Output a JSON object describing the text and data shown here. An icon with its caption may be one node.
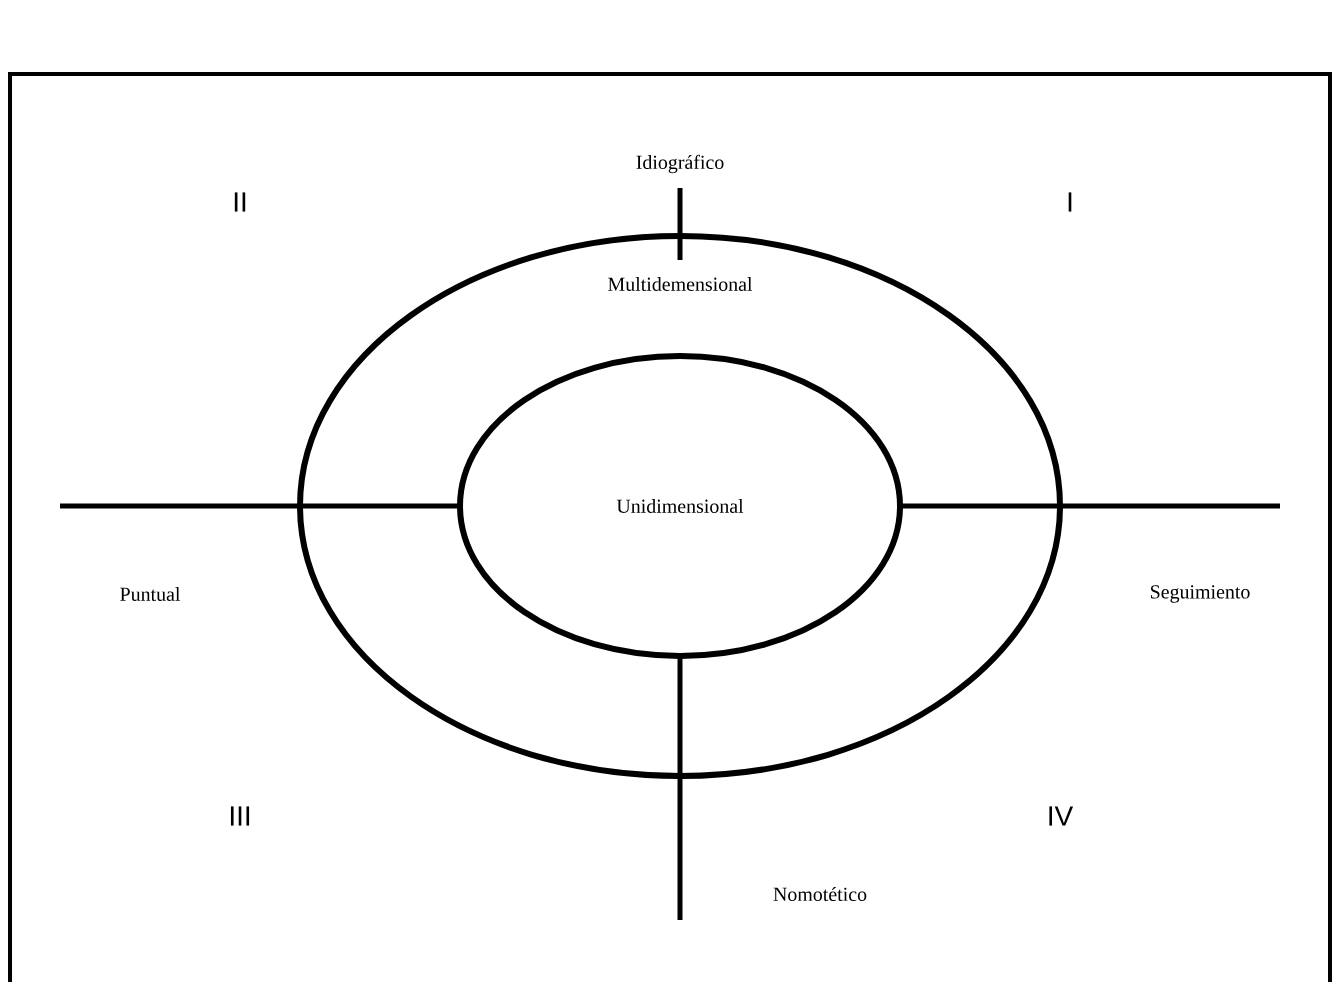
{
  "diagram": {
    "nodes": [
      {
        "text": [
          "Multidemensional"
        ]
      },
      {
        "text": [
          "Unidimensional"
        ],
        "in": 0
      }
    ],
    "labels": [
      "Idiográfico",
      "II",
      "I",
      "Puntual",
      "Seguimiento",
      "III",
      "IV",
      "Nomotético"
    ]
  }
}
